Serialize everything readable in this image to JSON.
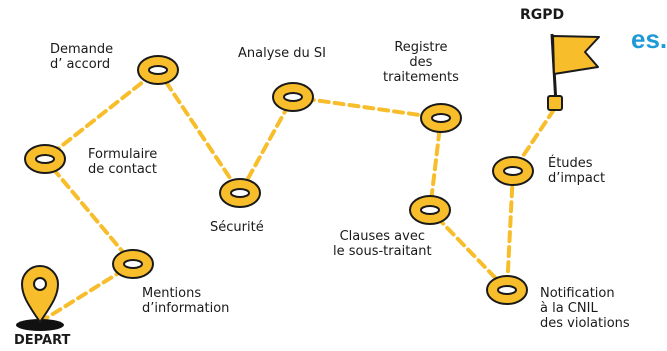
{
  "header": {
    "title_fragment": "es."
  },
  "flag": {
    "label": "RGPD"
  },
  "start": {
    "label": "DEPART"
  },
  "colors": {
    "node_fill": "#f7bd2b",
    "node_stroke": "#1a1a1a",
    "path": "#f7bd2b",
    "pin": "#f7bd2b",
    "flag": "#f7bd2b",
    "title": "#1f9ad6"
  },
  "steps": [
    {
      "label": "Formulaire\nde contact"
    },
    {
      "label": "Demande\nd’ accord"
    },
    {
      "label": "Sécurité"
    },
    {
      "label": "Analyse du SI"
    },
    {
      "label": "Registre\ndes\ntraitements"
    },
    {
      "label": "Clauses avec\nle sous-traitant"
    },
    {
      "label": "Études\nd’impact"
    },
    {
      "label": "Notification\nà la CNIL\ndes violations"
    },
    {
      "label": "Mentions\nd’information"
    }
  ]
}
